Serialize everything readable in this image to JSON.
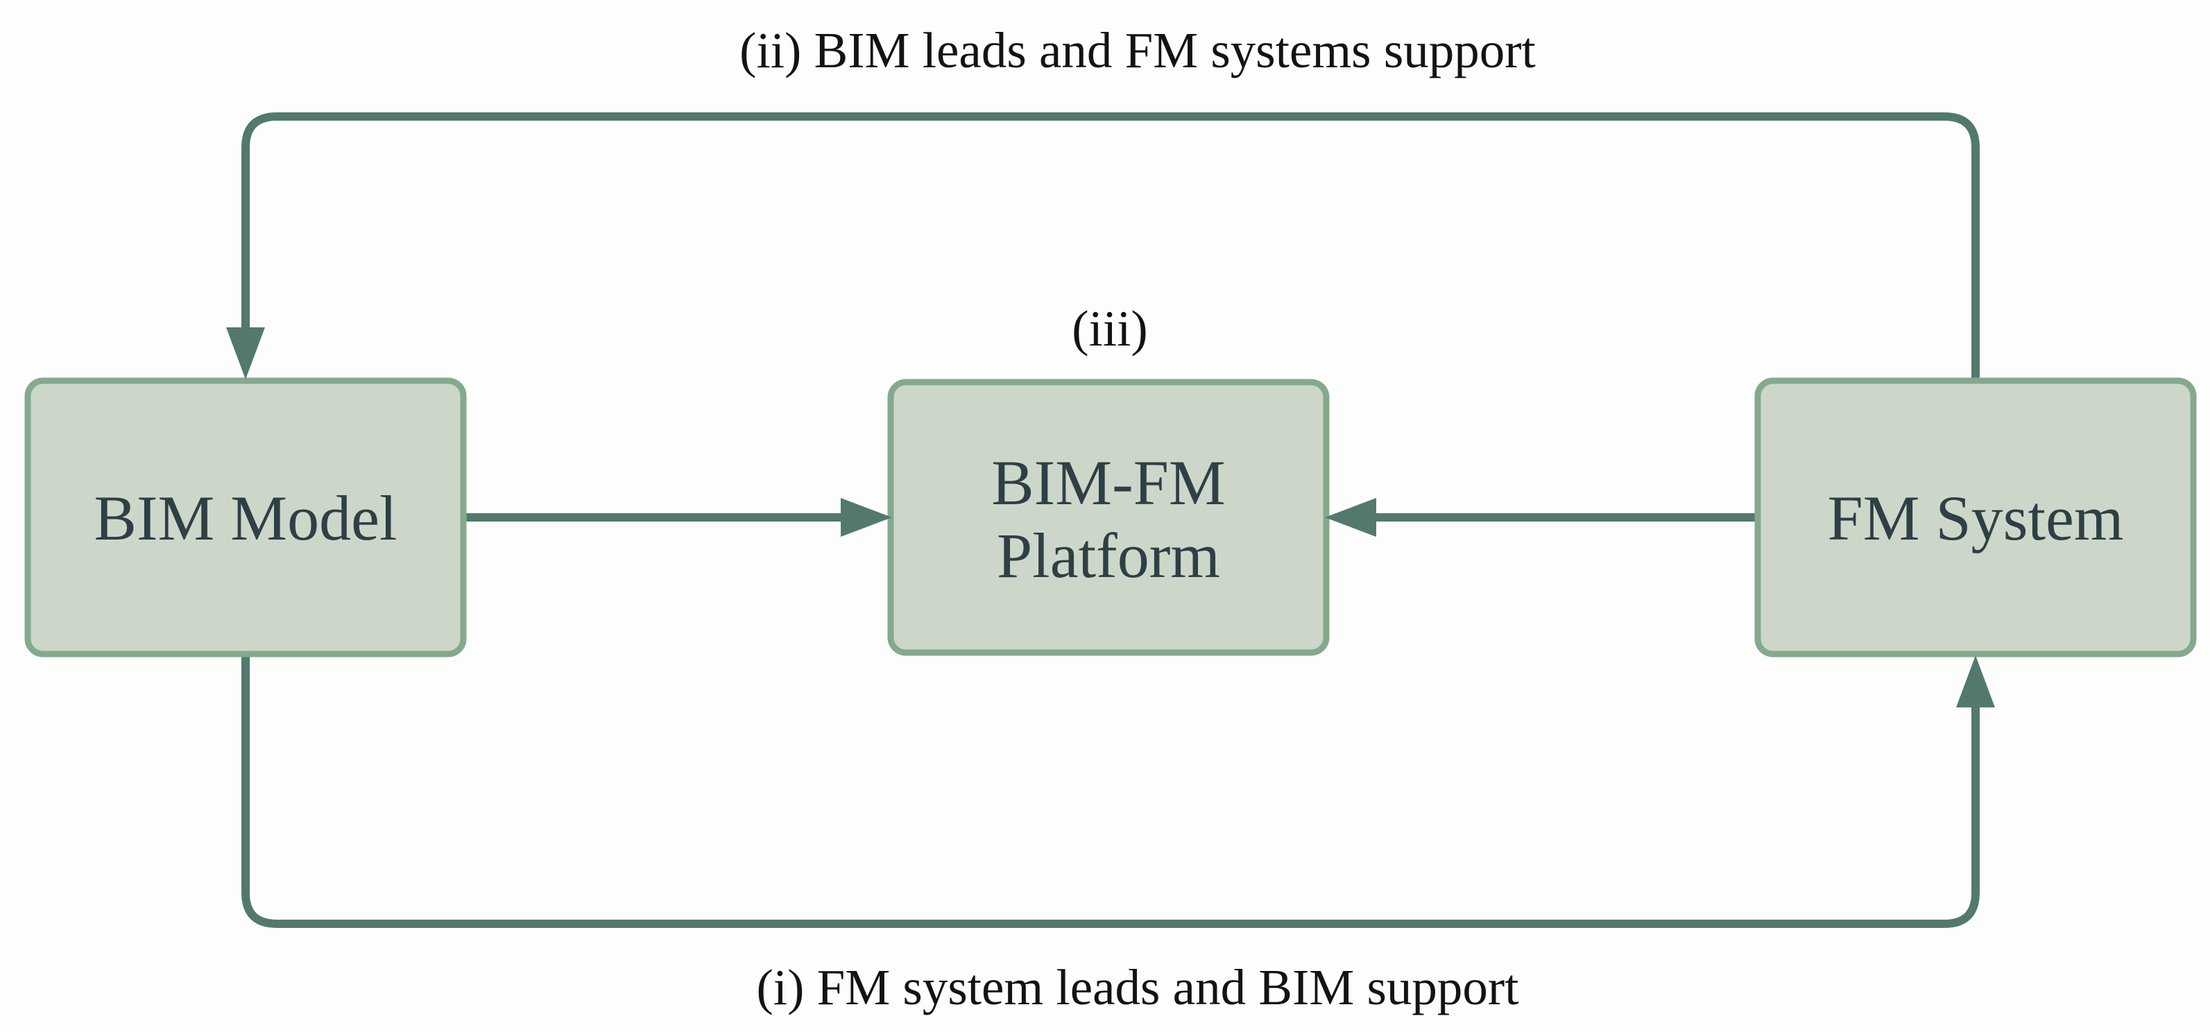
{
  "diagram": {
    "type": "flow-diagram",
    "labels": {
      "top": "(ii) BIM leads and FM systems support",
      "middle": "(iii)",
      "bottom": "(i) FM system leads and BIM support"
    },
    "nodes": [
      {
        "id": "bim-model",
        "label": "BIM Model"
      },
      {
        "id": "bim-fm-platform",
        "label": "BIM-FM Platform",
        "label_line1": "BIM-FM",
        "label_line2": "Platform"
      },
      {
        "id": "fm-system",
        "label": "FM System"
      }
    ],
    "edges": [
      {
        "id": "bim-model-to-platform",
        "from": "bim-model",
        "to": "bim-fm-platform",
        "label": ""
      },
      {
        "id": "fm-system-to-platform",
        "from": "fm-system",
        "to": "bim-fm-platform",
        "label": ""
      },
      {
        "id": "fm-system-to-bim-model",
        "from": "fm-system",
        "to": "bim-model",
        "label": "(ii) BIM leads and FM systems support"
      },
      {
        "id": "bim-model-to-fm-system",
        "from": "bim-model",
        "to": "fm-system",
        "label": "(i) FM system leads and BIM support"
      }
    ],
    "colors": {
      "background": "#fdfdfd",
      "node_fill": "#cdd7c9",
      "node_border": "#85a98d",
      "connector": "#53796d",
      "node_text": "#2e3f45",
      "label_text": "#131313"
    }
  }
}
